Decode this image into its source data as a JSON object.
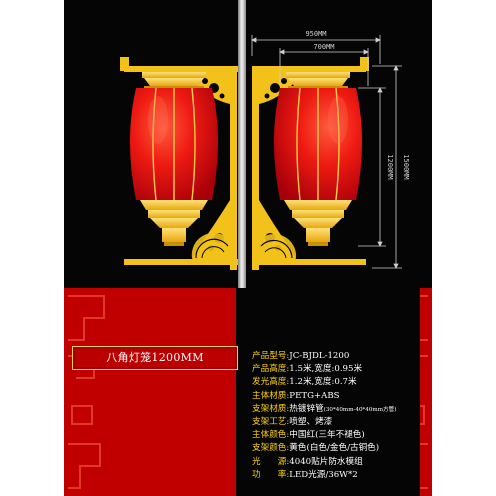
{
  "colors": {
    "background": "#ffffff",
    "panel": "#050505",
    "band_red": "#c00000",
    "lantern_red": "#e8150f",
    "gold": "#f3c21a",
    "spec_label": "#ffd200"
  },
  "product": {
    "title": "八角灯笼1200MM"
  },
  "dimensions": {
    "outer_width": "950MM",
    "inner_width": "700MM",
    "outer_height": "1500MM",
    "inner_height": "1200MM"
  },
  "specs": [
    {
      "label": "产品型号:",
      "value": "JC-BJDL-1200",
      "note": ""
    },
    {
      "label": "产品高度:",
      "value": "1.5米,宽度:0.95米",
      "note": ""
    },
    {
      "label": "发光高度:",
      "value": "1.2米,宽度:0.7米",
      "note": ""
    },
    {
      "label": "主体材质:",
      "value": "PETG+ABS",
      "note": ""
    },
    {
      "label": "支架材质:",
      "value": "热镀锌管",
      "note": "(30*40mm-40*40mm方管)"
    },
    {
      "label": "支架工艺:",
      "value": "喷塑、烤漆",
      "note": ""
    },
    {
      "label": "主体颜色:",
      "value": "中国红(三年不褪色)",
      "note": ""
    },
    {
      "label": "支架颜色:",
      "value": "黄色(白色/金色/古铜色)",
      "note": ""
    },
    {
      "label": "光　　源:",
      "value": "4040贴片防水模组",
      "note": ""
    },
    {
      "label": "功　　率:",
      "value": "LED光源/36W*2",
      "note": ""
    }
  ]
}
